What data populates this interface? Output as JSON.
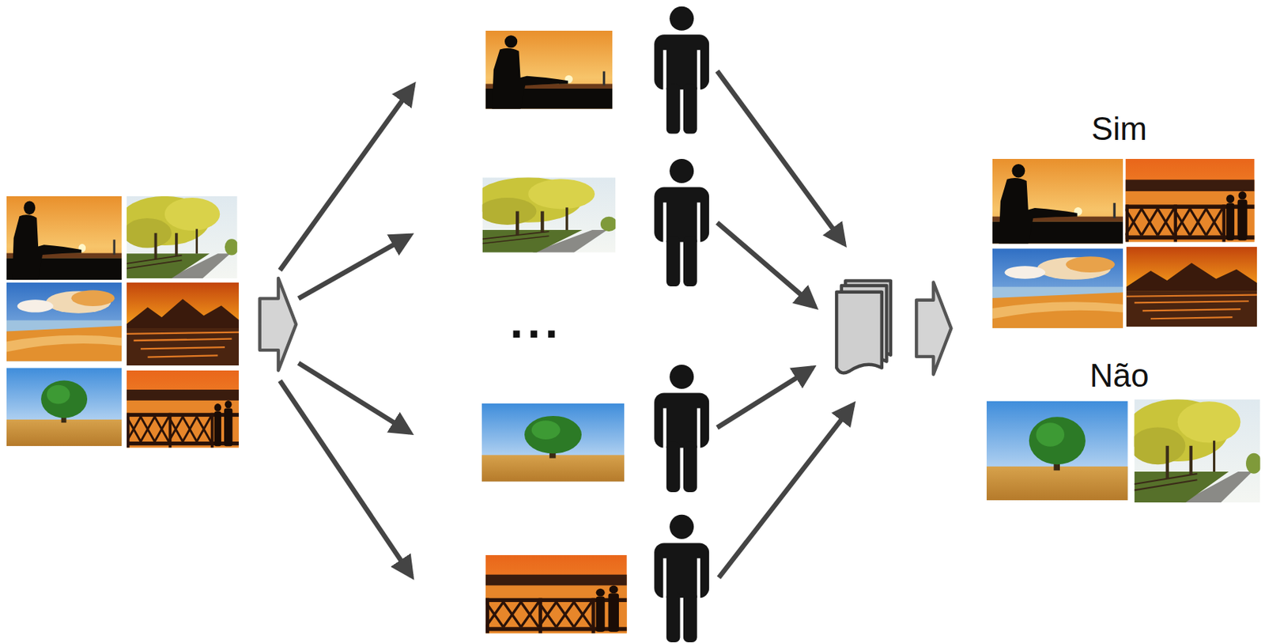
{
  "diagram": {
    "labels": [
      "...",
      "Sim",
      "Não"
    ]
  }
}
